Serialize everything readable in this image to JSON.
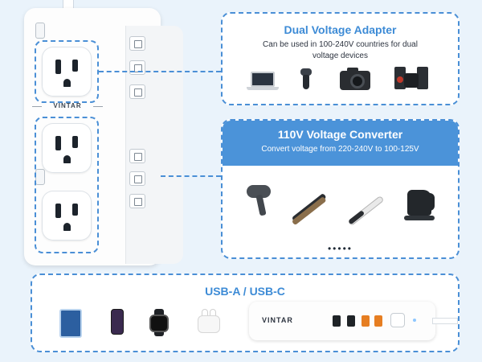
{
  "strip": {
    "brand": "VINTAR"
  },
  "cards": {
    "dual_voltage": {
      "title": "Dual Voltage Adapter",
      "description": "Can be used in 100-240V countries for dual voltage devices",
      "devices": [
        "laptop-icon",
        "shaver-icon",
        "camera-icon",
        "speaker-icon"
      ]
    },
    "converter": {
      "title": "110V Voltage Converter",
      "description": "Convert voltage from 220-240V to 100-125V",
      "devices": [
        "hair-dryer-icon",
        "hair-straightener-icon",
        "curling-iron-icon",
        "kettle-icon"
      ],
      "more": "•••••"
    },
    "usb": {
      "title": "USB-A / USB-C",
      "devices": [
        "tablet-icon",
        "phone-icon",
        "smartwatch-icon",
        "earbuds-icon"
      ],
      "strip_brand": "VINTAR"
    }
  },
  "colors": {
    "accent": "#4a8fd6",
    "title_blue": "#3d8bd6",
    "header_fill": "#4b93d9",
    "background": "#eaf3fb"
  }
}
